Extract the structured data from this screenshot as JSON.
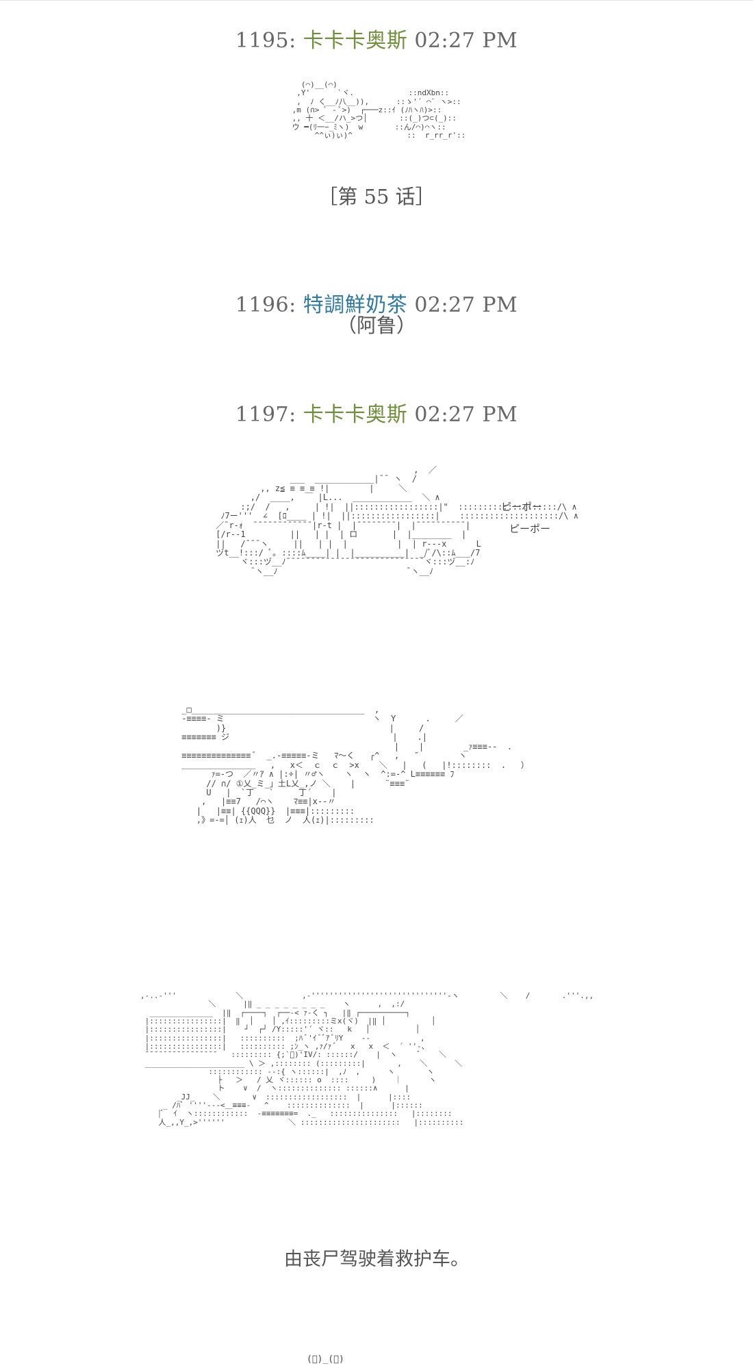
{
  "posts": [
    {
      "number": "1195:",
      "author": "卡卡卡奥斯",
      "time": "02:27 PM"
    },
    {
      "number": "1196:",
      "author": "特調鮮奶茶",
      "time": "02:27 PM",
      "note": "（阿鲁）"
    },
    {
      "number": "1197:",
      "author": "卡卡卡奥斯",
      "time": "02:27 PM"
    }
  ],
  "chapter_label": "［第 55 话］",
  "caption_text": "由丧尸驾驶着救护车。",
  "sfx": {
    "siren_1": "ピーポー",
    "siren_2": "ピーポー"
  },
  "art": {
    "intro": "   (⌒)__(⌒)\n  ,Y'      `ヾ.            ::ndXbn::\n  ,  ﾉ く__ﾉ八__)),      ::ゝ'´ ⌒` ヽ>::\n ,m (∩> ﾟ - ﾟ>)  ┌───z::ｲ (ﾉﾊヽﾊ)>::\n ,, 十 ＜__/ハ_>つ│       ::(_)つ⊂(_)::\n ウ ━(ﾘ一∽_ﾐヽ)  w       ::ん/⌒)⌒ヽ::\n      ^^ぃ)ぃ)^            ::  r_rr_r'::",
    "ambulance": "                                         ,  ／\n                ___  ____________|¯¯ ヽ  /\n          ,, z≦ ≡ ≡ ≡ !|        |     ＼\n        ,/  ____,  ￣ |L...  ____________  ＼ ∧\n      :;/  /   ,     | !|  ||:::::::::::::::::|\"  ::::::::::::::::::::/\\ ∧\n  ﾉ7ー'''  ∠  [ﾛ____ | !|  ||:::::::::::::::::|    ::::::::::::::::::::/\\ ∧\n ／¯r‐ｫ  ¯¯¯¯¯¯¯¯¯¯¯¯|r-t |  |¯¯¯¯¯¯¯¯|  |¯¯¯¯¯¯¯¯¯¯|\n [/r-‐1         ||   | |  | ロ       |  |________  |\n ||   /¯¯¯ヽ     ||   | |  |          |  | r‐‐‐x      L\n ヅt__!:::/ ﾟ｡ ::::ﾑ____| |  |__________|  _/ﾞ/\\::ﾑ___/7\n      ヾ:::ヅ__ﾉ¯¯¯¯¯¯¯¯¯¯¯¯¯¯¯¯¯¯¯¯¯¯¯¯¯¯¯¯ヾ:::ヅ__:ﾉ\n        ¯ヽ__ﾉ                          ¯ヽ__ﾉ",
    "truck_front": " _□___________________________________  ,\n ‐≡≡≡≡‐ ミ                              ヽ  Y      .     ／\n        )}                                 |     /\n ≡≡≡≡≡≡≡ ジ                                 |    .|\n                                            |    |        _ｧ≡≡≡-‐  .\n ≡≡≡≡≡≡≡≡≡≡≡≡≡≡ ﾞ  _.-≡≡≡≡≡-ミ   ﾏ〜く   ┌^   ,   ″        ヽ\n ＿＿＿＿＿＿＿＿＿   ,   x＜  ｃ  ｃ  >x    ＼   |   (   |!::::::::  .   ）\n       ｧ=-つ  ／〃ｱ ∧ |:÷| 〃♂ヽ    ヽ  ヽ  ^:=-^ L≡≡≡≡≡≡ ﾌ\n      // ∩/ ①乂_ミ_」土L乂_,ノ ＼    |      ¨≡≡≡¨\n      U   |  `丁   `     丁´    |\n     ,   |≡≡7   /⌒ヽ    ﾏ≡≡|x‐‐〃\n    |   |≡≡| {{QQQ}}  |≡≡≡|:::::::::\n    ,》=‐=│ (ｪ)人  乜  ノ  人(ｪ)|:::::::::",
    "driver": ",-..-'''             ＼             ,-''''''''''''''''''''''''''''''-ヽ         ＼    /       .'''.,,\n               ＼      |‖ _ _ _ _ _ _ _ _    ヽ      ,  ,:/\n  ______________  |‖  ┌────┐  ┌──‐< ｧ-く ┐   |‖ ┌──────────┐\n |::::::::::::::::|  ‖  │    │ ,ｲ:::::::::ミx(ヾ)  |‖ │          │\n |::::::::::::::::|    ┘  ┌┘ /Y:::::'´ ヾ::   k   │          │\n |::::::::::::::::|   ::::::::::  ;ﾊ ﾞ'ｲ ﾞﾞｱ ﾞﾘY    --           ,\n |::::::::::::::::|   :::::::::: ;ﾝ_ヽ ,ｧ/ｧ ﾞ   x   x  ＜  ´ ''-、\n ¯¯¯¯¯¯¯¯¯¯¯¯¯¯¯¯   ::::::::: {;`ﾞ)'IV/: ::::::/    |  ヽ     ﾞ    ＼\n ______________________ \\ ＞ ,:::::::: (:::::::::|       ,    ＼      ＼\n               :::::::::::: --:{ ヽ::::::|  ,ﾉ  ,      ヽ       ヽ\n                 ├   ＞   / 乂 ヾ:::::: o  ::::     )    ｜      ヽ\n                 ト    ∨  /  ヽ:::::::::::::: ::::::∧      |\n        _JJ_    ＼       ∨  ::::::::::::::::::  |      |::::\n     _ /ﾊﾞ ''''‐-‐<＿≡≡≡-   ^    ::::::::::::::  |      |::::::\n    |ﾞ  ｲ  ヽ::::::::::::  -≡≡≡≡≡≡≡=  ._   :::::::::::::::   |::::::::\n    人_,,Y_,>''''''              ＼ ::::::::::::::::::::::   |::::::::::"
  }
}
